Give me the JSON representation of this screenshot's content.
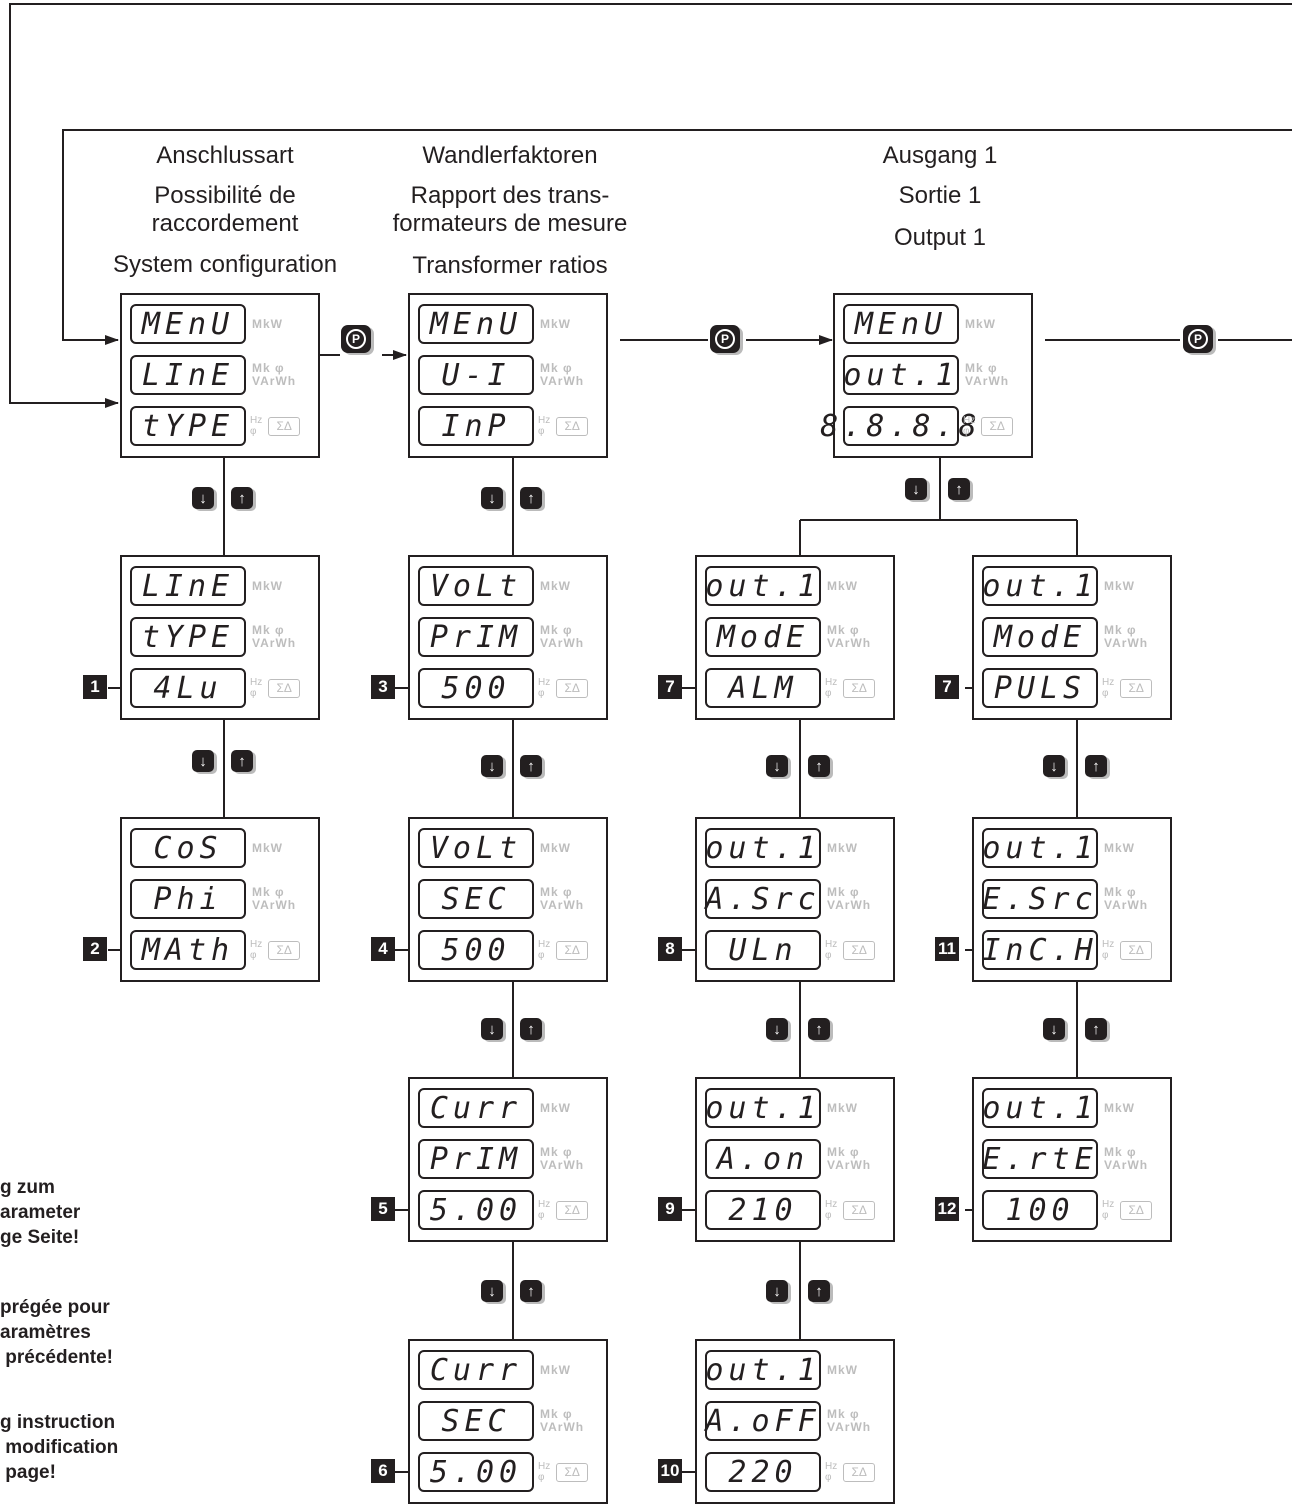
{
  "headers": {
    "col1": [
      "Anschlussart",
      "Possibilité de",
      "raccordement",
      "System configuration"
    ],
    "col2": [
      "Wandlerfaktoren",
      "Rapport des trans-",
      "formateurs de mesure",
      "Transformer ratios"
    ],
    "col3": [
      "Ausgang 1",
      "Sortie 1",
      "Output 1"
    ]
  },
  "notes": {
    "de": [
      "g zum",
      "arameter",
      "ge Seite!"
    ],
    "fr": [
      "prégée pour",
      "aramètres",
      " précédente!"
    ],
    "en": [
      "g instruction",
      " modification",
      " page!"
    ]
  },
  "buttons": {
    "program_label": "P",
    "down_symbol": "↓",
    "up_symbol": "↑"
  },
  "units": {
    "line1": "MkW",
    "line2": "Mk φ\nVArWh",
    "line3_hz": "Hz\nφ",
    "sigma": "ΣΔ"
  },
  "panels": [
    {
      "id": "c1-menu",
      "rows": [
        "MEnU",
        "LInE",
        "tYPE"
      ],
      "step": ""
    },
    {
      "id": "c1-line",
      "rows": [
        "LInE",
        "tYPE",
        "4Lu"
      ],
      "step": "1"
    },
    {
      "id": "c1-cos",
      "rows": [
        "CoS",
        "Phi",
        "MAth"
      ],
      "step": "2"
    },
    {
      "id": "c2-menu",
      "rows": [
        "MEnU",
        "U-I",
        "InP"
      ],
      "step": ""
    },
    {
      "id": "c2-volt-prim",
      "rows": [
        "VoLt",
        "PrIM",
        "500"
      ],
      "step": "3"
    },
    {
      "id": "c2-volt-sec",
      "rows": [
        "VoLt",
        "SEC",
        "500"
      ],
      "step": "4"
    },
    {
      "id": "c2-curr-prim",
      "rows": [
        "Curr",
        "PrIM",
        "5.00"
      ],
      "step": "5"
    },
    {
      "id": "c2-curr-sec",
      "rows": [
        "Curr",
        "SEC",
        "5.00"
      ],
      "step": "6"
    },
    {
      "id": "c3-menu",
      "rows": [
        "MEnU",
        "out.1",
        "8.8.8.8"
      ],
      "step": ""
    },
    {
      "id": "c3-mode-alm",
      "rows": [
        "out.1",
        "ModE",
        "ALM"
      ],
      "step": "7"
    },
    {
      "id": "c3-asrc",
      "rows": [
        "out.1",
        "A.Src",
        "ULn"
      ],
      "step": "8"
    },
    {
      "id": "c3-aon",
      "rows": [
        "out.1",
        "A.on",
        "210"
      ],
      "step": "9"
    },
    {
      "id": "c3-aoff",
      "rows": [
        "out.1",
        "A.oFF",
        "220"
      ],
      "step": "10"
    },
    {
      "id": "c4-mode-puls",
      "rows": [
        "out.1",
        "ModE",
        "PULS"
      ],
      "step": "7"
    },
    {
      "id": "c4-esrc",
      "rows": [
        "out.1",
        "E.Src",
        "InC.H"
      ],
      "step": "11"
    },
    {
      "id": "c4-erte",
      "rows": [
        "out.1",
        "E.rtE",
        "100"
      ],
      "step": "12"
    }
  ]
}
